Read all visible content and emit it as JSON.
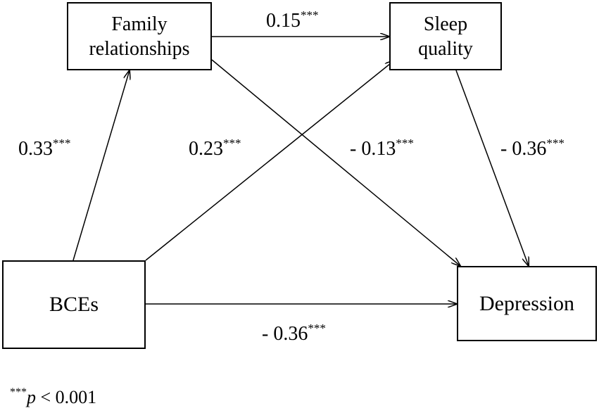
{
  "nodes": {
    "family": {
      "line1": "Family",
      "line2": "relationships"
    },
    "sleep": {
      "line1": "Sleep",
      "line2": "quality"
    },
    "bces": {
      "label": "BCEs"
    },
    "depression": {
      "label": "Depression"
    }
  },
  "paths": {
    "family_to_sleep": {
      "value": "0.15",
      "sig": "***"
    },
    "bces_to_family": {
      "value": "0.33",
      "sig": "***"
    },
    "bces_to_sleep": {
      "value": "0.23",
      "sig": "***"
    },
    "family_to_depression": {
      "value": "- 0.13",
      "sig": "***"
    },
    "sleep_to_depression": {
      "value": "- 0.36",
      "sig": "***"
    },
    "bces_to_depression": {
      "value": "- 0.36",
      "sig": "***"
    }
  },
  "footnote": {
    "sig": "***",
    "p": "p",
    "rest": " < 0.001"
  }
}
